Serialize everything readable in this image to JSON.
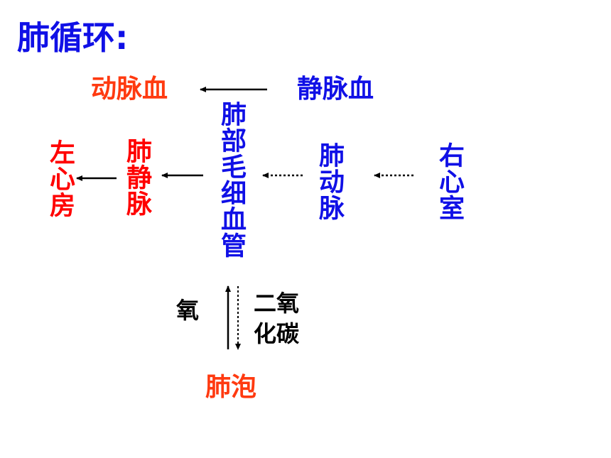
{
  "title": "肺循环:",
  "labels": {
    "arterial_blood": "动脉血",
    "venous_blood": "静脉血",
    "left_atrium": "左心房",
    "pulmonary_vein": "肺静脉",
    "lung_capillaries": "肺部毛细血管",
    "pulmonary_artery": "肺动脉",
    "right_ventricle": "右心室",
    "oxygen": "氧",
    "co2_line1": "二氧",
    "co2_line2": "化碳",
    "alveoli": "肺泡"
  },
  "colors": {
    "blue": "#1010e6",
    "red": "#ff0000",
    "orange_red": "#ff3a10",
    "black": "#000000"
  }
}
